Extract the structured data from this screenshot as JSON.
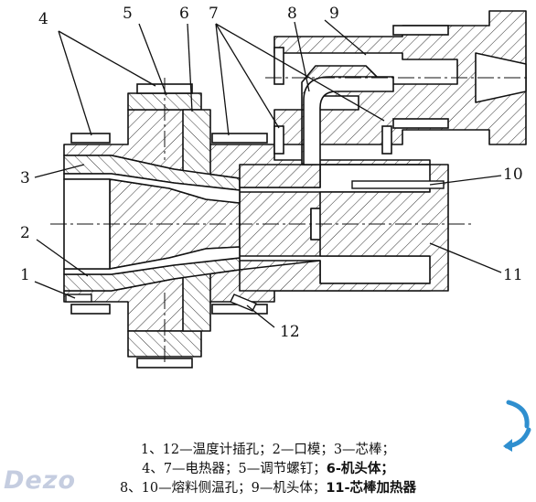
{
  "labels": {
    "l1": "1",
    "l2": "2",
    "l3": "3",
    "l4": "4",
    "l5": "5",
    "l6": "6",
    "l7": "7",
    "l8": "8",
    "l9": "9",
    "l10": "10",
    "l11": "11",
    "l12": "12"
  },
  "caption": {
    "line1": "1、12—温度计插孔；2—口模；3—芯棒；",
    "line2_a": "4、7—电热器；5—调节螺钉；",
    "line2_b": "6-机头体；",
    "line3_a": "8、10—熔料侧温孔；9—机头体；",
    "line3_b": "11-芯棒加热器"
  },
  "watermark": "Dezo",
  "icons": {
    "nav": "refresh-arrow-icon"
  },
  "colors": {
    "line": "#111111",
    "hatch": "#333333",
    "nav_arrow": "#2f8fcf",
    "watermark": "#c5cde0"
  }
}
